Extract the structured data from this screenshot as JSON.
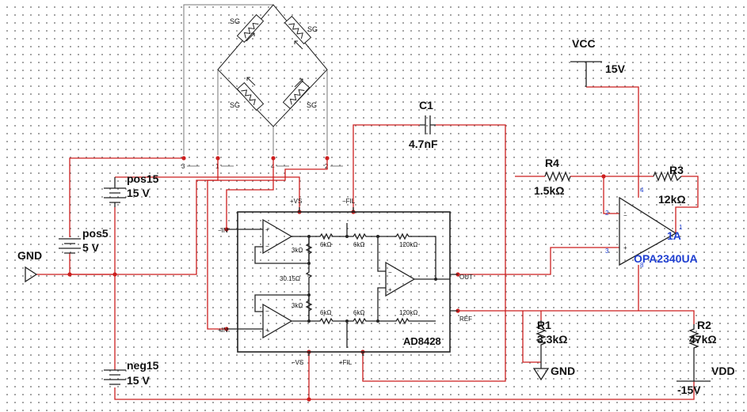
{
  "labels": {
    "vcc": "VCC",
    "vcc_value": "15V",
    "c1": "C1",
    "c1_value": "4.7nF",
    "r4": "R4",
    "r4_value": "1.5kΩ",
    "r3": "R3",
    "r3_value": "12kΩ",
    "opamp_unit": "1A",
    "opamp_part": "OPA2340UA",
    "r1": "R1",
    "r1_value": "3.3kΩ",
    "r2": "R2",
    "r2_value": "47kΩ",
    "gnd_left": "GND",
    "gnd_right": "GND",
    "vdd": "VDD",
    "vdd_value": "-15V",
    "pos15": "pos15",
    "pos15_value": "15 V",
    "pos5": "pos5",
    "pos5_value": "5 V",
    "neg15": "neg15",
    "neg15_value": "15 V",
    "ina": "AD8428",
    "ina_plus_vs": "+VS",
    "ina_minus_fil": "−FIL",
    "ina_in_minus": "−IN",
    "ina_in_plus": "+IN",
    "ina_out": "OUT",
    "ina_ref": "REF",
    "ina_minus_vs": "−VS",
    "ina_plus_fil": "+FIL",
    "ina_r_3k_top": "3kΩ",
    "ina_r_6k_1": "6kΩ",
    "ina_r_6k_2": "6kΩ",
    "ina_r_120k_top": "120kΩ",
    "ina_r_3015": "30.15Ω",
    "ina_r_3k_bot": "3kΩ",
    "ina_r_6k_3": "6kΩ",
    "ina_r_6k_4": "6kΩ",
    "ina_r_120k_bot": "120kΩ",
    "strain_gauge": "SG",
    "bridge_pin_3": "3",
    "bridge_pin_1": "1",
    "bridge_pin_4": "4",
    "bridge_pin_2": "2",
    "op_pin_4": "4",
    "op_pin_2": "2",
    "op_pin_3": "3",
    "op_pin_8": "8",
    "op_pin_1": "1"
  },
  "colors": {
    "wire": "#cc1f1f",
    "component": "#222222",
    "opamp_label": "#1f3fd0",
    "grid_dot": "#8a8a8a"
  }
}
